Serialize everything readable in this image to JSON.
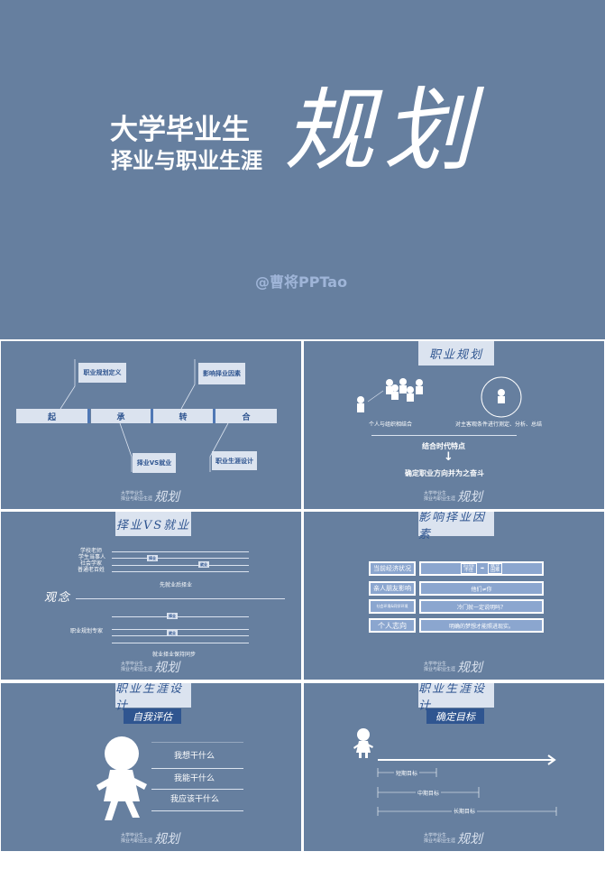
{
  "cover": {
    "title_line1": "大学毕业生",
    "title_line2": "择业与职业生涯",
    "title_hand": "规划",
    "author": "@曹将PPTao"
  },
  "watermark": {
    "line1": "大学毕业生",
    "line2": "择业与职业生涯",
    "hand": "规划"
  },
  "slide2": {
    "segments": [
      "起",
      "承",
      "转",
      "合"
    ],
    "callouts": [
      "职业规划定义",
      "择业VS就业",
      "影响择业因素",
      "职业生涯设计"
    ]
  },
  "slide3": {
    "title": "职业规划",
    "left_caption": "个人与组织相结合",
    "right_caption": "对主客观条件进行测定、分析、总结",
    "line1": "结合时代特点",
    "arrow": "↓",
    "line2": "确定职业方向并为之奋斗"
  },
  "slide4": {
    "title": "择业VS就业",
    "people": [
      "学校老师",
      "学生当事人",
      "社会学家",
      "普通老百姓"
    ],
    "runner_a": "择业",
    "runner_b": "就业",
    "caption1": "先就业后择业",
    "concept": "观念",
    "expert": "职业规划专家",
    "caption2": "就业择业保持同步"
  },
  "slide5": {
    "title": "影响择业因素",
    "rows": [
      {
        "left": "当前经济状况",
        "right": "",
        "mini_a_top": "就业形势",
        "mini_a": "不佳",
        "mini_b_top": "就业",
        "mini_b": "困难"
      },
      {
        "left": "亲人朋友影响",
        "right": "他们≠你"
      },
      {
        "left": "社会环境&同学环境",
        "right": "冷门就一定说明吗？"
      },
      {
        "left": "个人志向",
        "right": "明确的梦想才能照进现实。"
      }
    ]
  },
  "slide6": {
    "title": "职业生涯设计",
    "subtitle": "自我评估",
    "questions": [
      "我想干什么",
      "我能干什么",
      "我应该干什么"
    ]
  },
  "slide7": {
    "title": "职业生涯设计",
    "subtitle": "确定目标",
    "goals": [
      "短期目标",
      "中期目标",
      "长期目标"
    ]
  },
  "colors": {
    "bg": "#667f9f",
    "accent": "#2f5590",
    "light": "#dbe3ef"
  }
}
